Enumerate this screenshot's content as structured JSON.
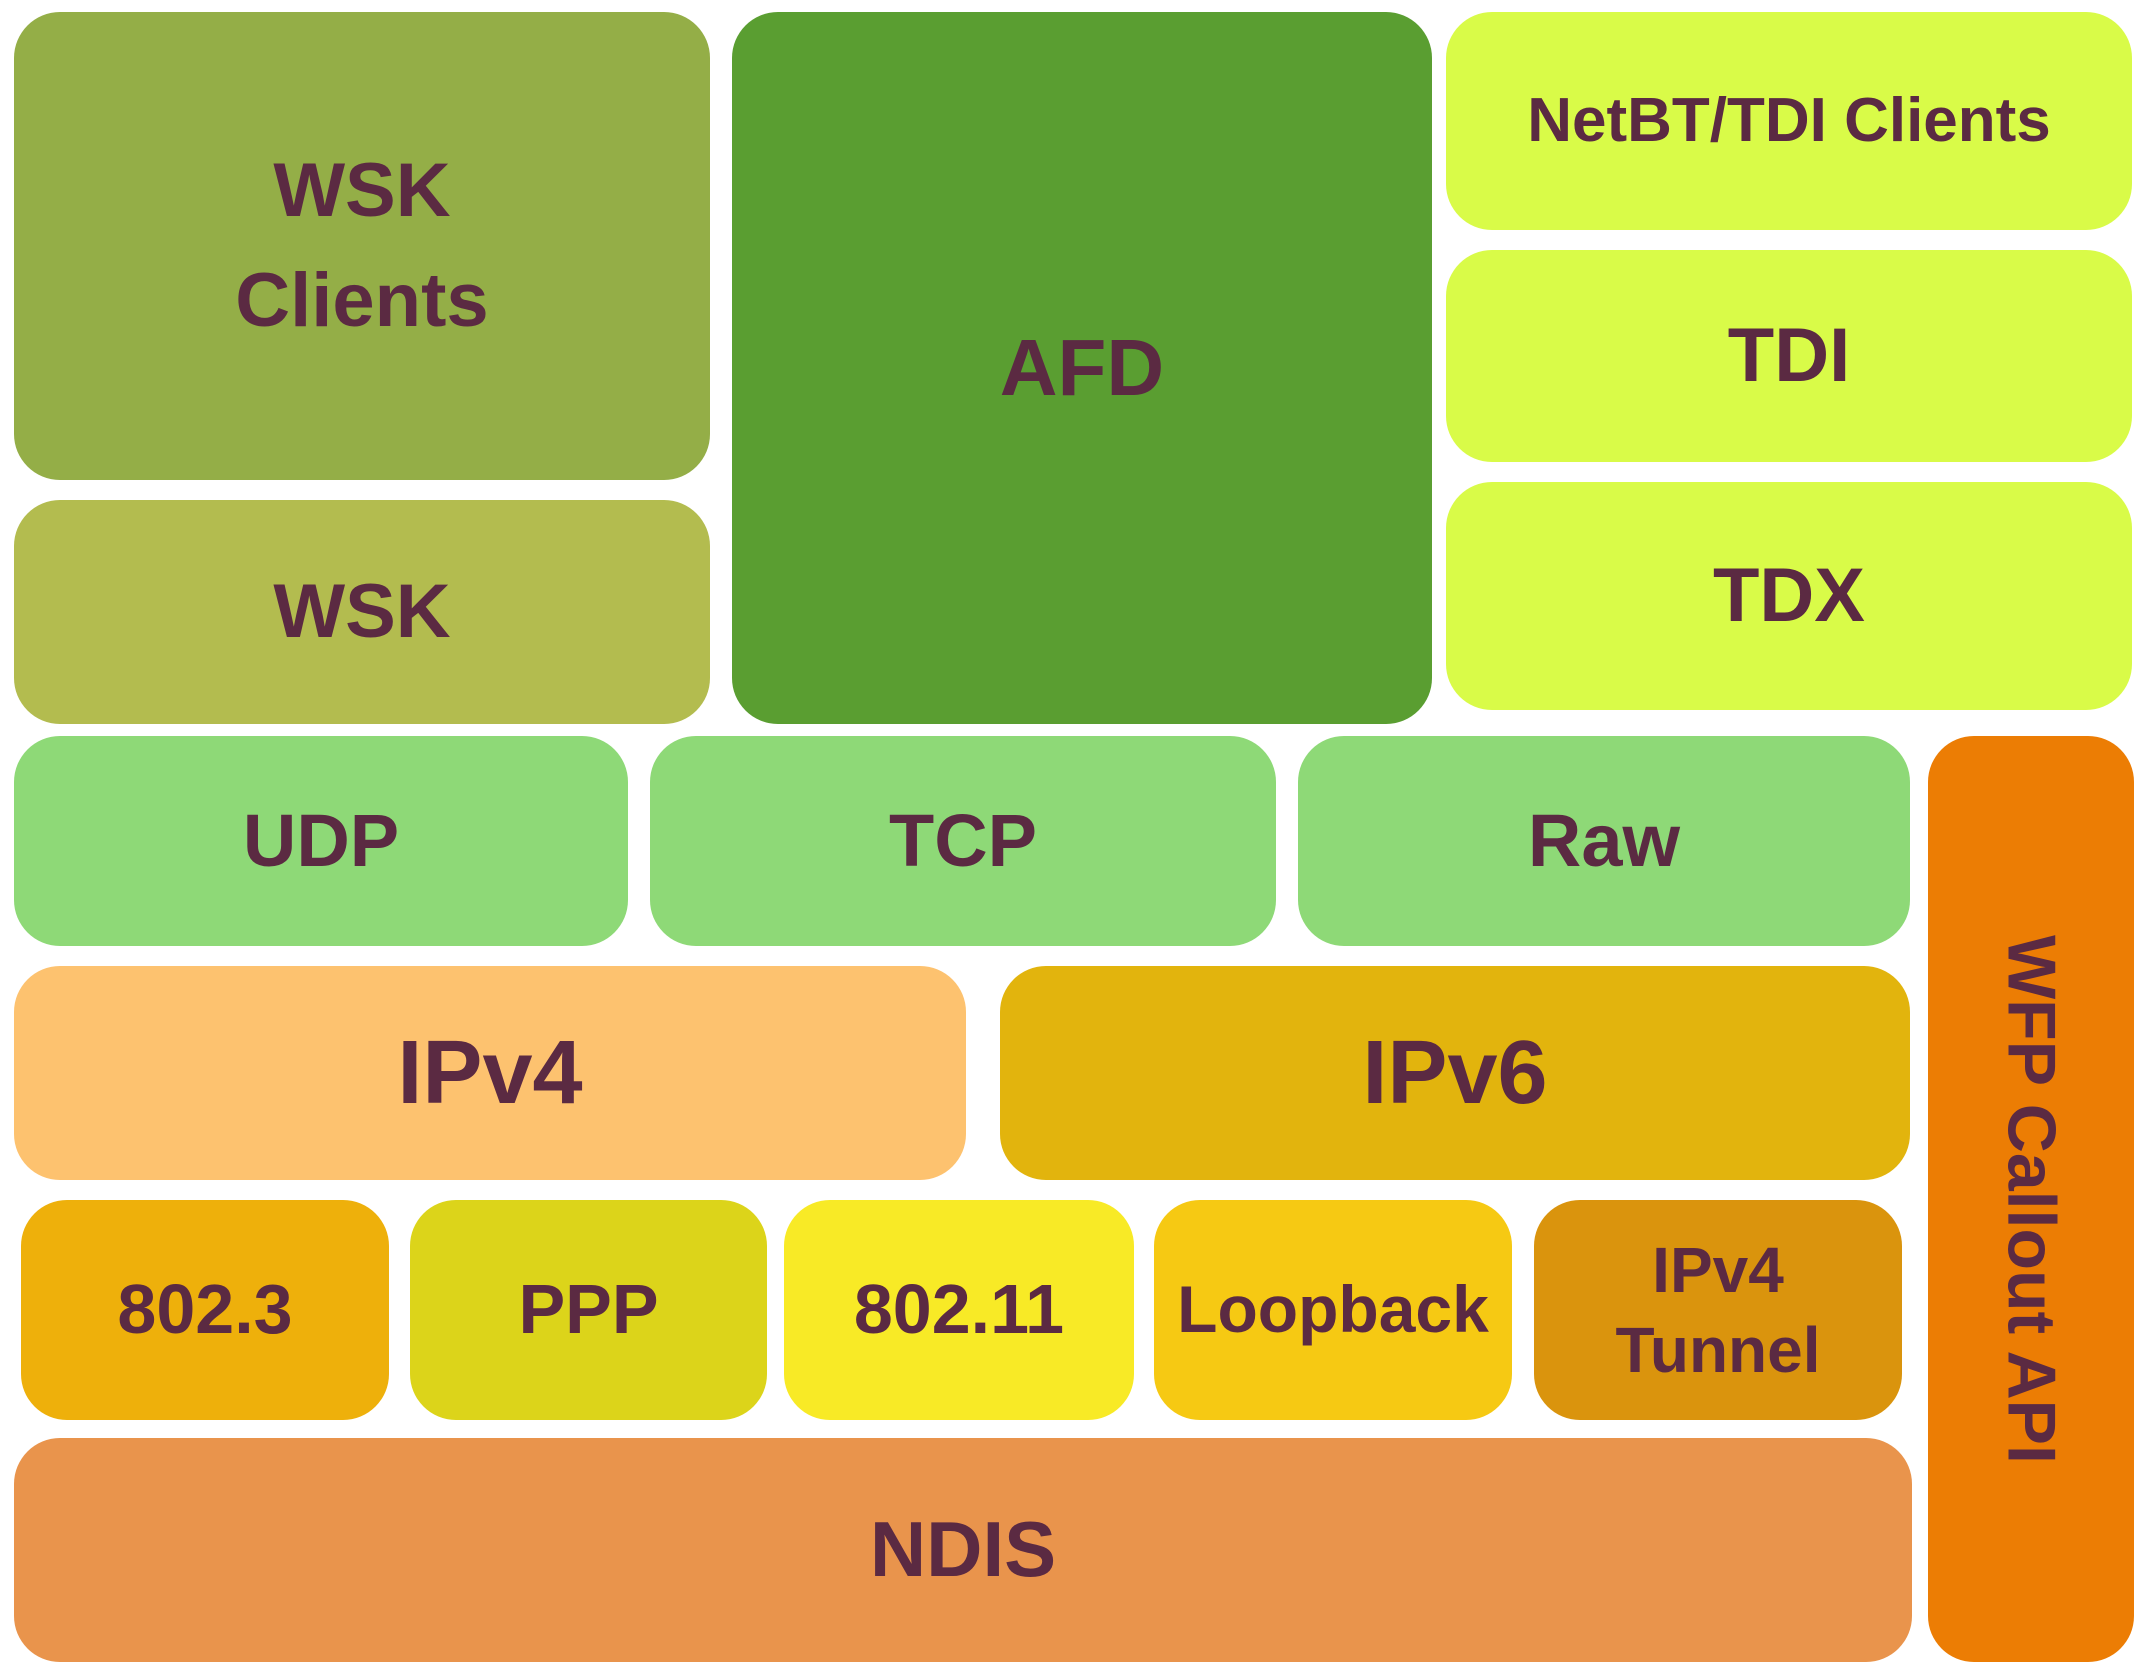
{
  "text_color": "#5b2a42",
  "background": "#ffffff",
  "boxes": {
    "wsk_clients": {
      "label": "WSK\nClients",
      "color": "#94ae47"
    },
    "wsk": {
      "label": "WSK",
      "color": "#b3bc4f"
    },
    "afd": {
      "label": "AFD",
      "color": "#5a9e31"
    },
    "netbt_tdi_clients": {
      "label": "NetBT/TDI Clients",
      "color": "#d9fb48"
    },
    "tdi": {
      "label": "TDI",
      "color": "#d9fb48"
    },
    "tdx": {
      "label": "TDX",
      "color": "#d9fb48"
    },
    "udp": {
      "label": "UDP",
      "color": "#8ed977"
    },
    "tcp": {
      "label": "TCP",
      "color": "#8ed977"
    },
    "raw": {
      "label": "Raw",
      "color": "#8ed977"
    },
    "wfp_callout_api": {
      "label": "WFP Callout API",
      "color": "#ec7d04"
    },
    "ipv4": {
      "label": "IPv4",
      "color": "#fdc26f"
    },
    "ipv6": {
      "label": "IPv6",
      "color": "#e2b40d"
    },
    "ieee_802_3": {
      "label": "802.3",
      "color": "#eeb00b"
    },
    "ppp": {
      "label": "PPP",
      "color": "#dcd41a"
    },
    "ieee_802_11": {
      "label": "802.11",
      "color": "#f8ea26"
    },
    "loopback": {
      "label": "Loopback",
      "color": "#f6c913"
    },
    "ipv4_tunnel": {
      "label": "IPv4\nTunnel",
      "color": "#da940d"
    },
    "ndis": {
      "label": "NDIS",
      "color": "#e9944c"
    }
  }
}
